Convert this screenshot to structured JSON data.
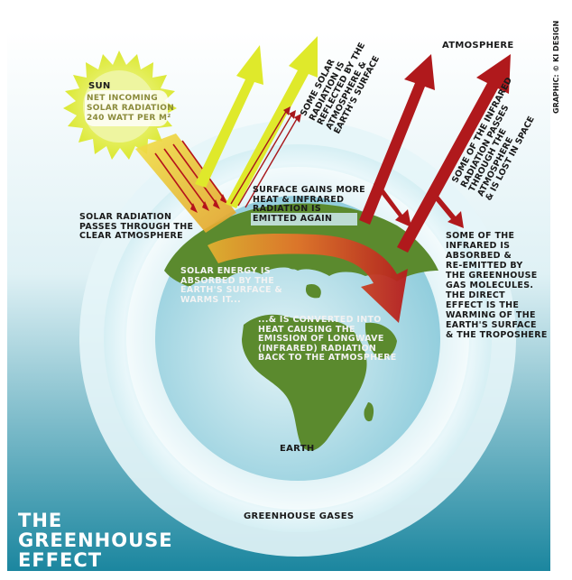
{
  "labels": {
    "sun": "SUN",
    "net_incoming": "NET INCOMING\nSOLAR RADIATION\n240 WATT PER M²",
    "atmosphere": "ATMOSPHERE",
    "reflected": "SOME SOLAR\nRADIATION IS\nREFLECTED BY THE\nATMOSPHERE &\nEARTH'S SURFACE",
    "lost_in_space": "SOME OF THE INFRARED\nRADIATION PASSES\nTHROUGH THE ATMOSPHERE\n& IS LOST IN SPACE",
    "surface_gains": "SURFACE GAINS MORE\nHEAT & INFRARED\nRADIATION IS\nEMITTED AGAIN",
    "passes_through": "SOLAR RADIATION\nPASSES THROUGH THE\nCLEAR ATMOSPHERE",
    "reemitted": "SOME OF THE\nINFRARED IS\nABSORBED &\nRE-EMITTED BY\nTHE GREENHOUSE\nGAS MOLECULES.\nTHE DIRECT\nEFFECT IS THE\nWARMING OF THE\nEARTH'S SURFACE\n& THE TROPOSHERE",
    "absorbed": "SOLAR ENERGY IS\nABSORBED BY THE\nEARTH'S SURFACE &\nWARMS IT...",
    "converted": "...& IS CONVERTED INTO\nHEAT CAUSING THE\nEMISSION OF LONGWAVE\n(INFRARED) RADIATION\nBACK TO THE ATMOSPHERE",
    "earth": "EARTH",
    "greenhouse_gases": "GREENHOUSE GASES"
  },
  "title": "THE\nGREENHOUSE\nEFFECT",
  "credit": "GRAPHIC: © KI DESIGN",
  "colors": {
    "sky_top": "#ffffff",
    "sky_bottom": "#1e8aa3",
    "halo_outer": "#eaf7fa",
    "halo_inner": "#c2e6ee",
    "ocean": "#b8e0ea",
    "land": "#5b8a2e",
    "sun": "#e3ef3a",
    "solar_arrow": "#e2ea2c",
    "heat_arrow": "#e08a2a",
    "infrared_arrow": "#b0191c"
  }
}
